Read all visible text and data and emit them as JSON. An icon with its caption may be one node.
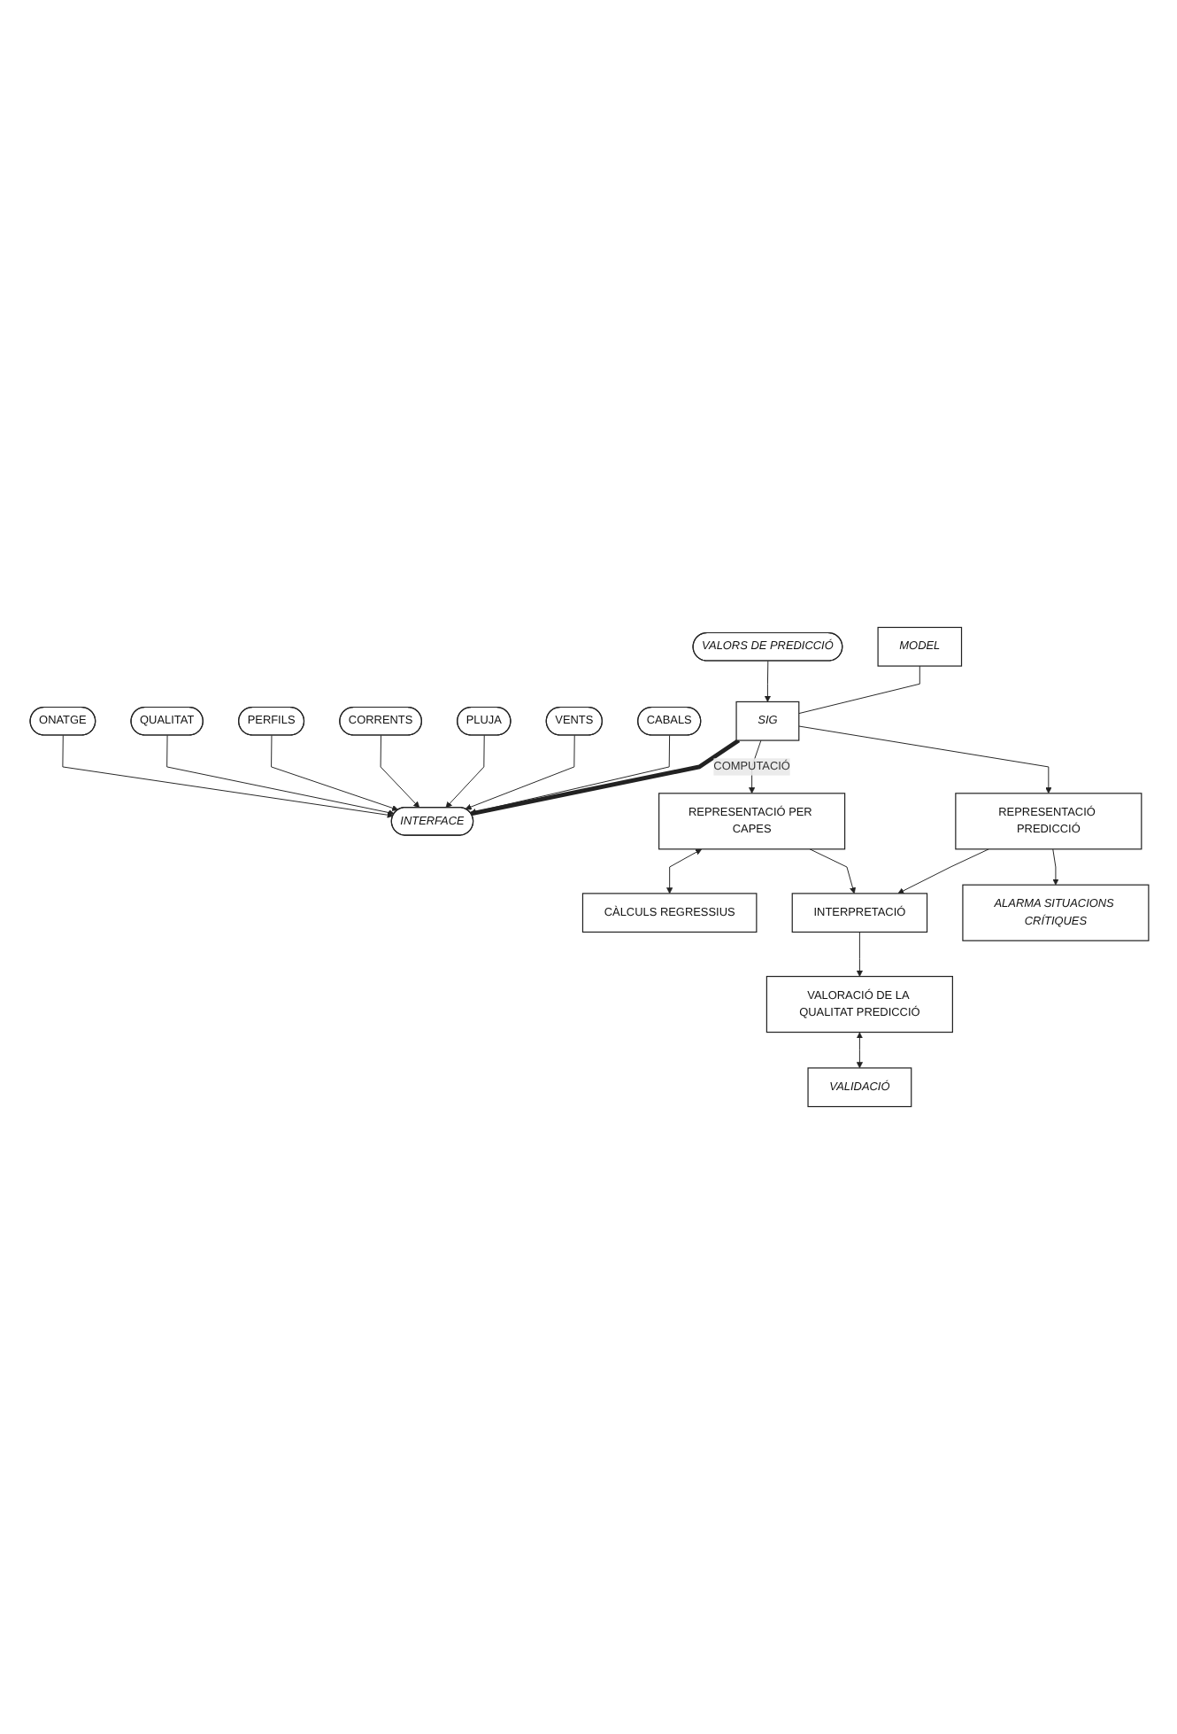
{
  "diagram": {
    "nodes": [
      {
        "text": [
          "MODEL"
        ]
      },
      {
        "text": [
          "SIG"
        ]
      },
      {
        "text": [
          "INTERFACE"
        ]
      },
      {
        "text": [
          "CABALS"
        ]
      },
      {
        "text": [
          "VENTS"
        ]
      },
      {
        "text": [
          "PLUJA"
        ]
      },
      {
        "text": [
          "CORRENTS"
        ]
      },
      {
        "text": [
          "PERFILS"
        ]
      },
      {
        "text": [
          "QUALITAT"
        ]
      },
      {
        "text": [
          "ONATGE"
        ]
      },
      {
        "text": [
          "VALORS DE PREDICCIÓ"
        ]
      },
      {
        "text": [
          "REPRESENTACIÓ PREDICCIÓ"
        ]
      },
      {
        "text": [
          "REPRESENTACIÓ PER CAPES"
        ]
      },
      {
        "text": [
          "CÀLCULS REGRESSIUS"
        ]
      },
      {
        "text": [
          "INTERPRETACIÓ"
        ]
      },
      {
        "text": [
          "ALARMA SITUACIONS CRÍTIQUES"
        ]
      },
      {
        "text": [
          "VALORACIÓ DE LA QUALITAT PREDICCIÓ"
        ]
      },
      {
        "text": [
          "VALIDACIÓ"
        ]
      }
    ],
    "edges": [
      {
        "from": 0,
        "to": 1,
        "arrow": "none"
      },
      {
        "from": 1,
        "to": 2,
        "arrow": "none",
        "style": "thick"
      },
      {
        "from": 3,
        "to": 2,
        "arrow": "to"
      },
      {
        "from": 4,
        "to": 2,
        "arrow": "to"
      },
      {
        "from": 5,
        "to": 2,
        "arrow": "to"
      },
      {
        "from": 6,
        "to": 2,
        "arrow": "to"
      },
      {
        "from": 7,
        "to": 2,
        "arrow": "to"
      },
      {
        "from": 8,
        "to": 2,
        "arrow": "to"
      },
      {
        "from": 9,
        "to": 2,
        "arrow": "to"
      },
      {
        "from": 10,
        "to": 1,
        "arrow": "to"
      },
      {
        "from": 1,
        "to": 11,
        "arrow": "to"
      },
      {
        "from": 1,
        "to": 12,
        "label": "COMPUTACIÓ",
        "arrow": "to"
      },
      {
        "from": 12,
        "to": 13,
        "arrow": "both"
      },
      {
        "from": 11,
        "to": 14,
        "arrow": "to"
      },
      {
        "from": 12,
        "to": 14,
        "arrow": "to"
      },
      {
        "from": 11,
        "to": 15,
        "arrow": "to"
      },
      {
        "from": 14,
        "to": 16,
        "arrow": "to"
      },
      {
        "from": 16,
        "to": 17,
        "arrow": "both"
      }
    ]
  }
}
